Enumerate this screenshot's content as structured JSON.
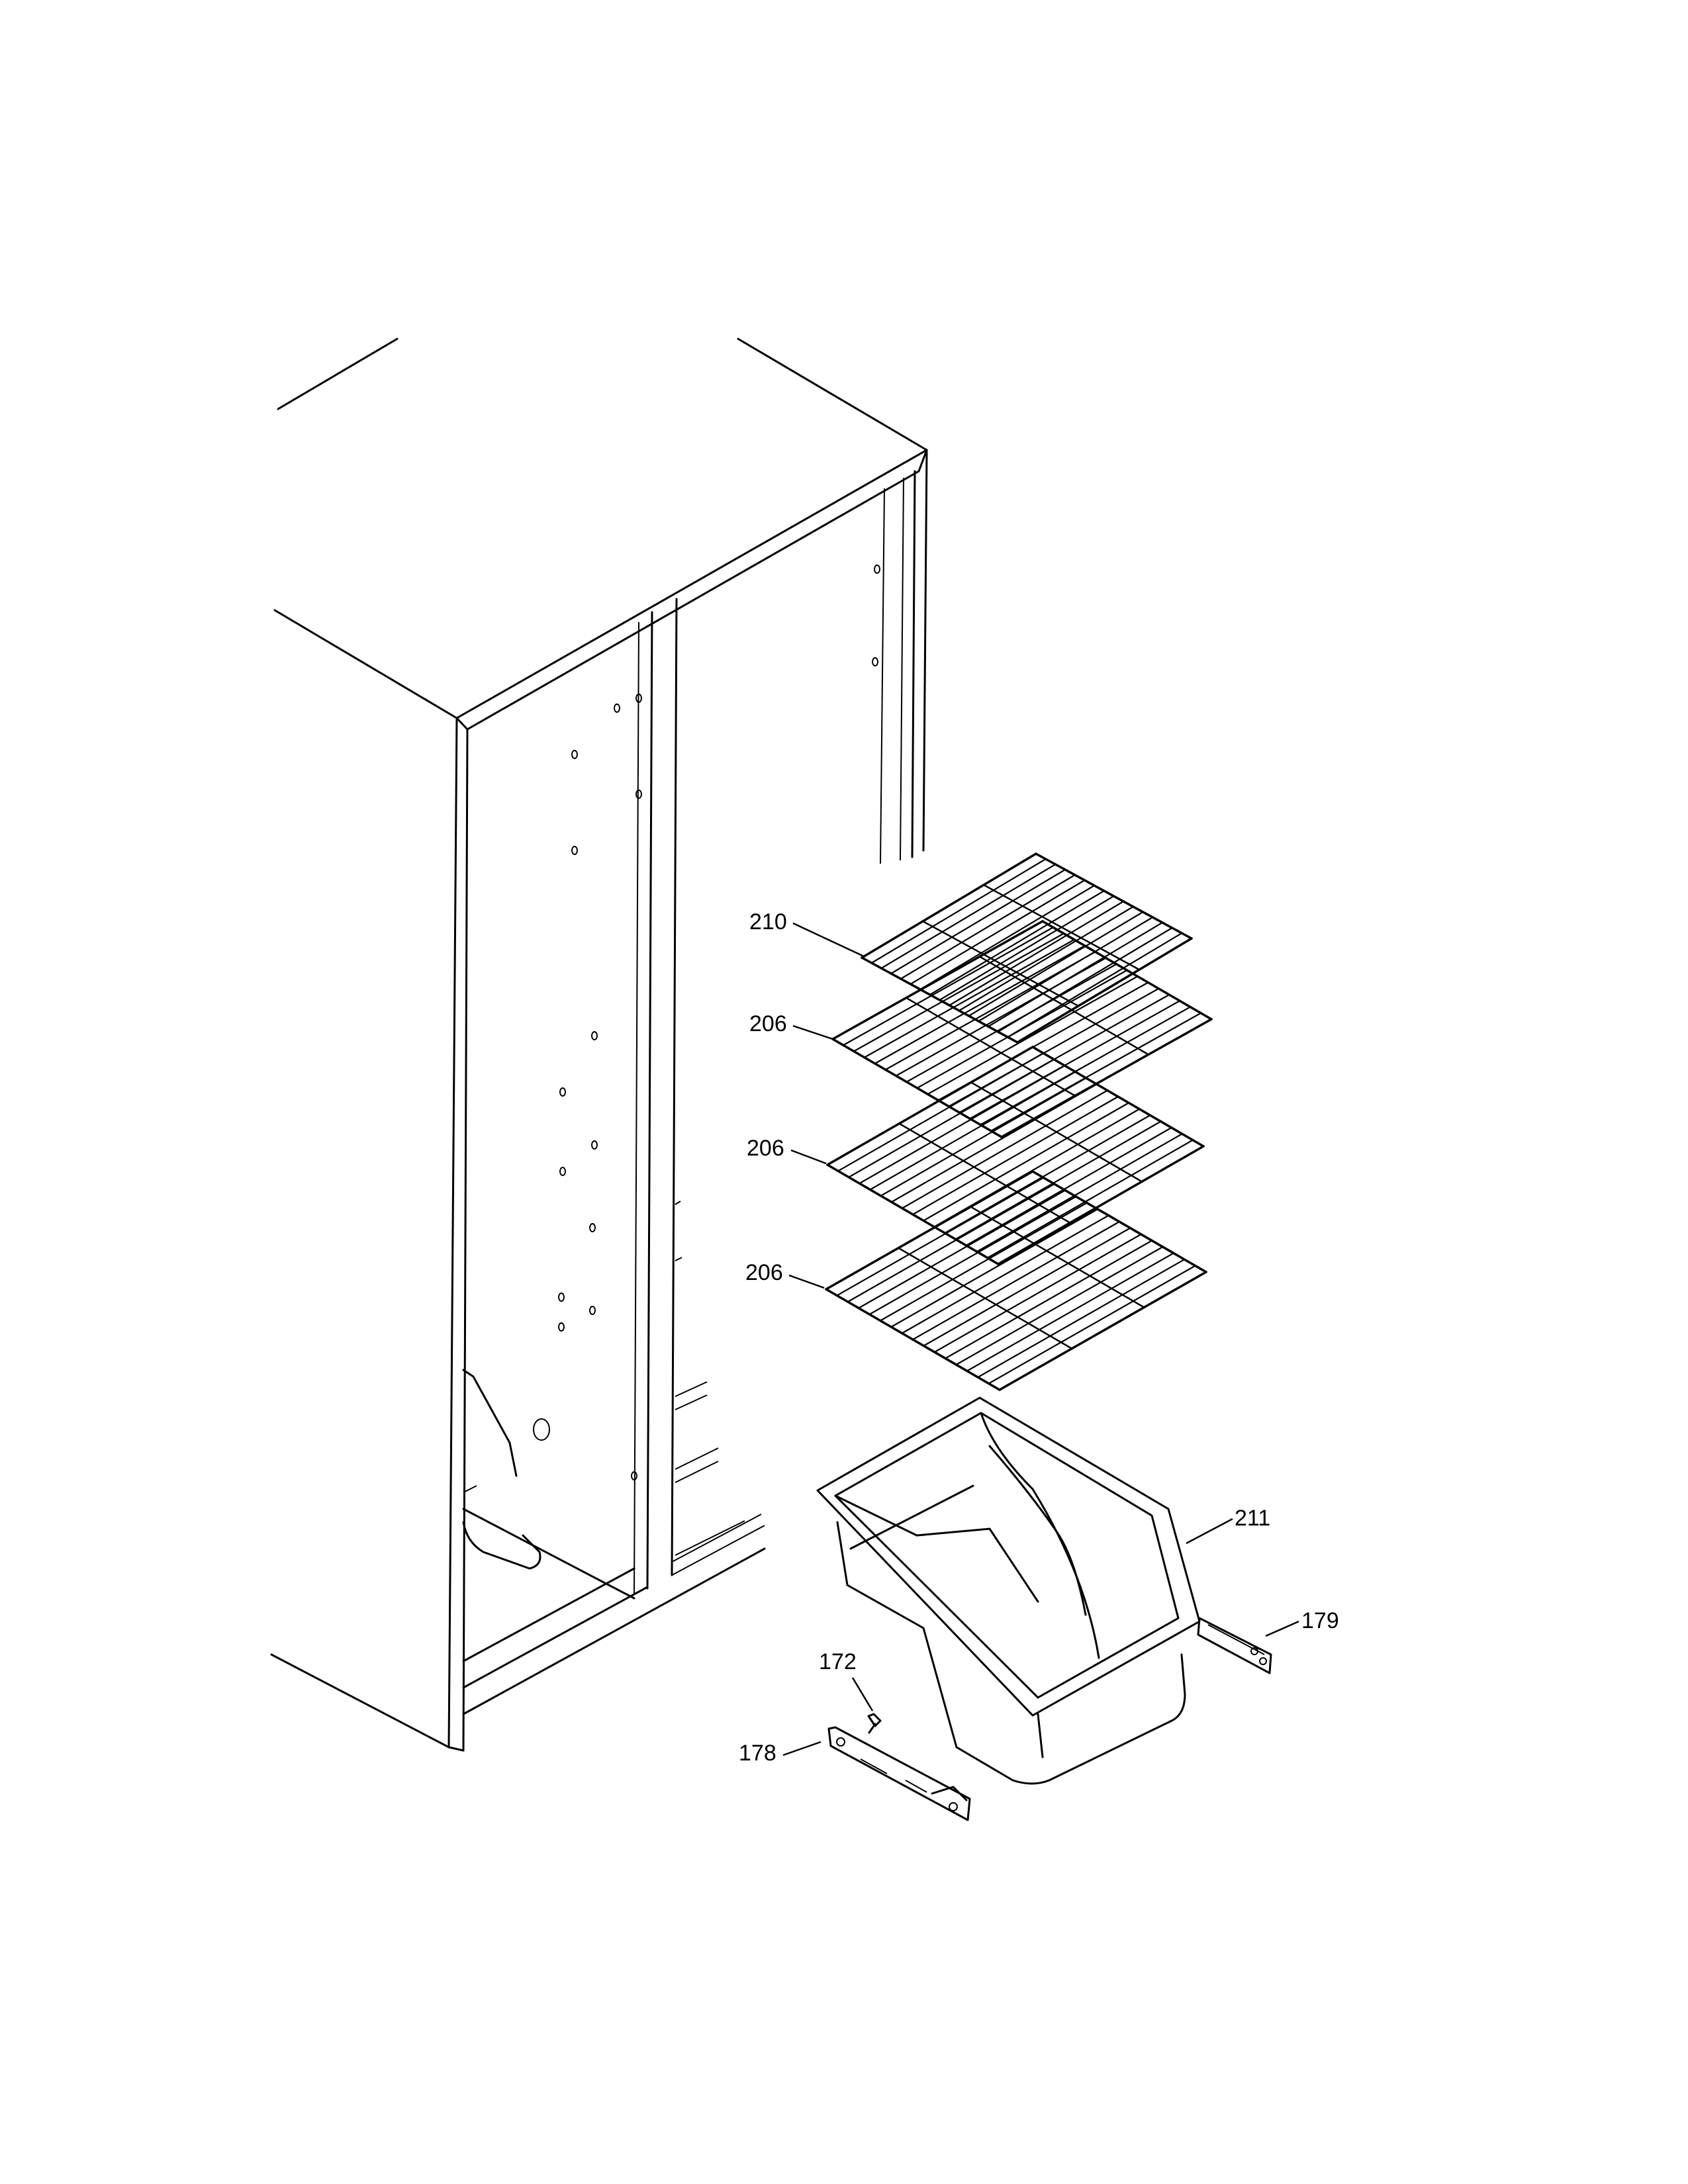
{
  "callouts": {
    "210": "210",
    "206a": "206",
    "206b": "206",
    "206c": "206",
    "211": "211",
    "179": "179",
    "172": "172",
    "178": "178"
  },
  "colors": {
    "ink": "#000000",
    "paper": "#ffffff"
  }
}
